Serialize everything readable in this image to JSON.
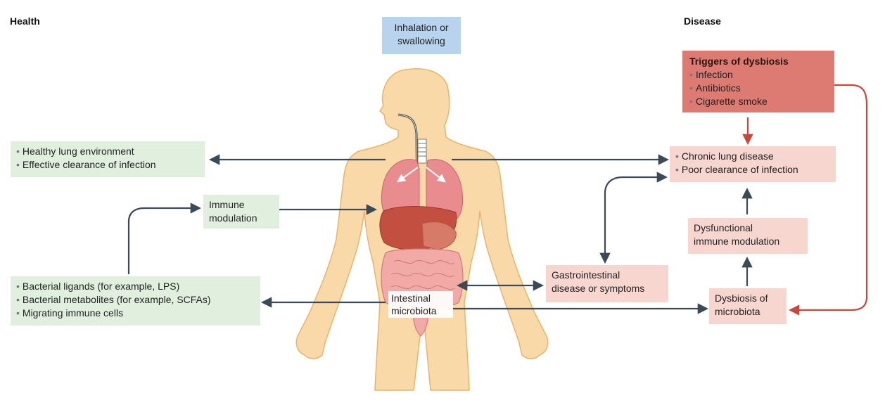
{
  "headings": {
    "health": "Health",
    "disease": "Disease"
  },
  "entry": {
    "line1": "Inhalation or",
    "line2": "swallowing"
  },
  "triggers": {
    "title": "Triggers of dysbiosis",
    "items": [
      "Infection",
      "Antibiotics",
      "Cigarette smoke"
    ]
  },
  "healthy_lung": {
    "items": [
      "Healthy lung environment",
      "Effective clearance of infection"
    ]
  },
  "chronic_lung": {
    "items": [
      "Chronic lung disease",
      "Poor clearance of infection"
    ]
  },
  "immune_modulation": {
    "line1": "Immune",
    "line2": "modulation"
  },
  "dysfunctional": {
    "line1": "Dysfunctional",
    "line2": "immune modulation"
  },
  "bacterial": {
    "items": [
      "Bacterial ligands (for example, LPS)",
      "Bacterial metabolites (for example, SCFAs)",
      "Migrating immune cells"
    ]
  },
  "gi": {
    "line1": "Gastrointestinal",
    "line2": "disease or symptoms"
  },
  "dysbiosis": {
    "line1": "Dysbiosis of",
    "line2": "microbiota"
  },
  "microbiota": {
    "line1": "Intestinal",
    "line2": "microbiota"
  },
  "colors": {
    "health_box": "#e1f0de",
    "disease_box": "#f7d6d0",
    "trigger_box": "#dd7b73",
    "entry_box": "#b7d3ee",
    "body": "#fad9a8",
    "arrow_dark": "#3a4a57",
    "arrow_red": "#c8463c"
  }
}
